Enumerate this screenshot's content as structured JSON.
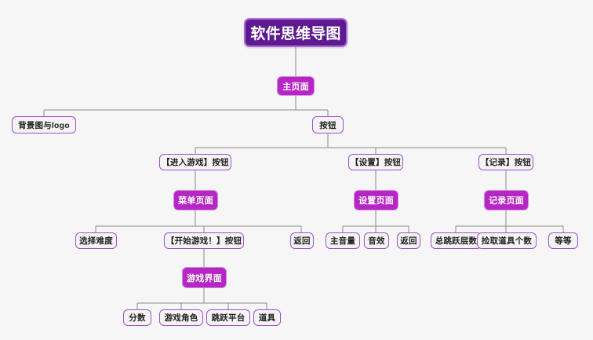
{
  "diagram": {
    "title": "软件思维导图",
    "background_color": "#f6f6f6",
    "connector_color": "#8a8a8a",
    "colors": {
      "root_fill": "#5d1a91",
      "root_border": "#b06fd8",
      "page_fill": "#b526c4",
      "page_border": "#d58ae0",
      "leaf_fill": "#f4f4f4",
      "leaf_border": "#a04fd0",
      "leaf_text": "#202020",
      "node_text_light": "#ffffff"
    }
  },
  "nodes": {
    "root": "软件思维导图",
    "main_page": "主页面",
    "background_logo": "背景图与logo",
    "button": "按钮",
    "enter_game_button": "【进入游戏】按钮",
    "settings_button": "【设置】按钮",
    "records_button": "【记录】按钮",
    "menu_page": "菜单页面",
    "settings_page": "设置页面",
    "records_page": "记录页面",
    "select_difficulty": "选择难度",
    "start_game_button": "【开始游戏！】按钮",
    "menu_back": "返回",
    "master_volume": "主音量",
    "sound_effects": "音效",
    "settings_back": "返回",
    "total_jump_layers": "总跳跃层数",
    "items_collected": "捡取道具个数",
    "etc": "等等",
    "game_screen": "游戏界面",
    "score": "分数",
    "game_character": "游戏角色",
    "jump_platform": "跳跃平台",
    "props": "道具"
  }
}
